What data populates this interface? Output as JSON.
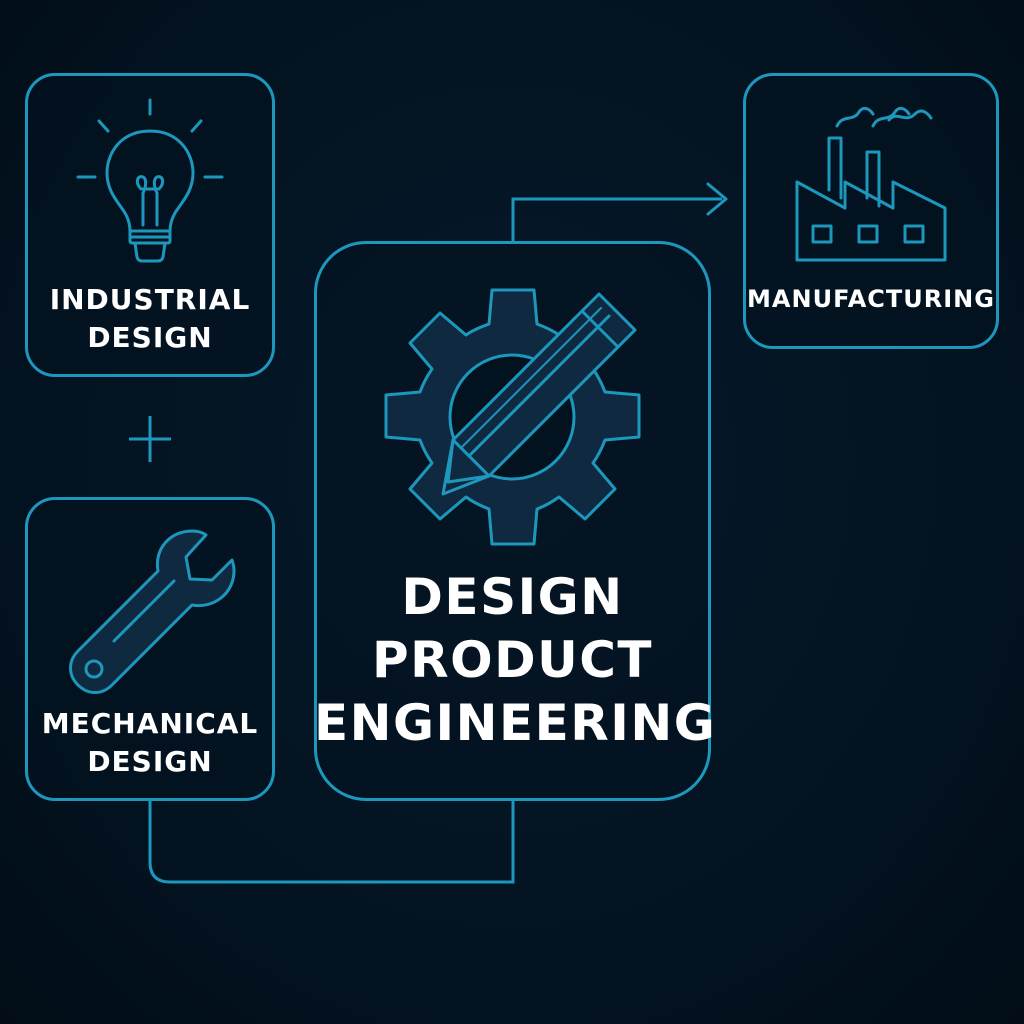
{
  "colors": {
    "background": "#03121f",
    "accent": "#1e97bd",
    "icon_fill": "#0f2a40",
    "text": "#ffffff"
  },
  "nodes": {
    "industrial": {
      "icon": "lightbulb-icon",
      "line1": "INDUSTRIAL",
      "line2": "DESIGN"
    },
    "mechanical": {
      "icon": "wrench-icon",
      "line1": "MECHANICAL",
      "line2": "DESIGN"
    },
    "manufacturing": {
      "icon": "factory-icon",
      "label": "MANUFACTURING"
    },
    "main": {
      "icon": "gear-pencil-icon",
      "line1": "DESIGN",
      "line2": "PRODUCT",
      "line3": "ENGINEERING"
    }
  },
  "operator": {
    "icon": "plus-icon"
  },
  "connectors": [
    {
      "from": "mechanical",
      "to": "main",
      "arrow": false
    },
    {
      "from": "main",
      "to": "manufacturing",
      "arrow": true
    }
  ]
}
